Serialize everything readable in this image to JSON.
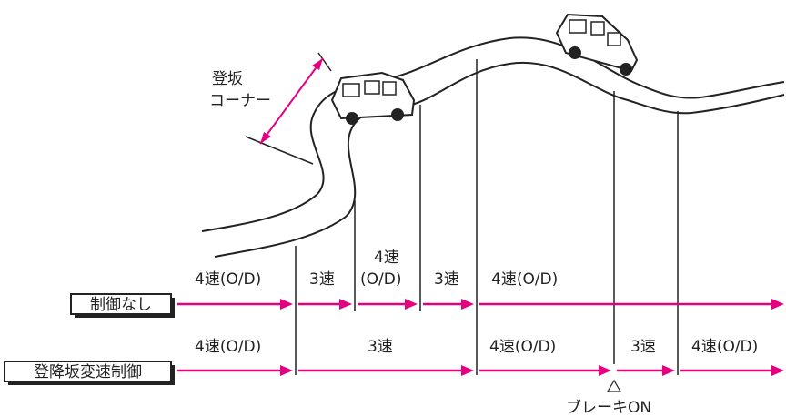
{
  "annotation": {
    "climb_corner_line1": "登坂",
    "climb_corner_line2": "コーナー",
    "brake_label": "ブレーキON"
  },
  "rows": {
    "no_control": {
      "label": "制御なし",
      "segments": [
        "4速(O/D)",
        "3速",
        "4速",
        "(O/D)",
        "3速",
        "4速(O/D)"
      ]
    },
    "hill_control": {
      "label": "登降坂変速制御",
      "segments": [
        "4速(O/D)",
        "3速",
        "4速(O/D)",
        "3速",
        "4速(O/D)"
      ]
    }
  },
  "colors": {
    "accent": "#e4007f",
    "line": "#222222"
  }
}
